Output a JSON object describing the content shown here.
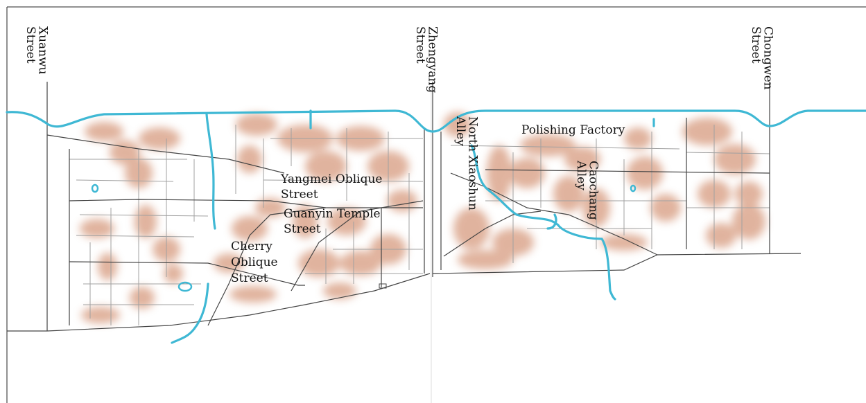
{
  "map": {
    "colors": {
      "heat": "#c8764f",
      "river": "#3fb8d4",
      "road": "#444444",
      "alley": "#9a9a9a",
      "frame": "#222222"
    },
    "labels": {
      "xuanwu_street": [
        "Xuanwu",
        "Street"
      ],
      "zhengyang_street": [
        "Zhengyang",
        "Street"
      ],
      "chongwen_street": [
        "Chongwen",
        "Street"
      ],
      "north_xiaoshun_alley": [
        "North Xiaoshun",
        "Alley"
      ],
      "caochang_alley": [
        "Caochang",
        "Alley"
      ],
      "polishing_factory": "Polishing Factory",
      "yangmei_oblique_street": [
        "Yangmei Oblique",
        "Street"
      ],
      "guanyin_temple_street": [
        "Guanyin Temple",
        "Street"
      ],
      "cherry_oblique_street": [
        "Cherry",
        "Oblique",
        "Street"
      ]
    }
  }
}
